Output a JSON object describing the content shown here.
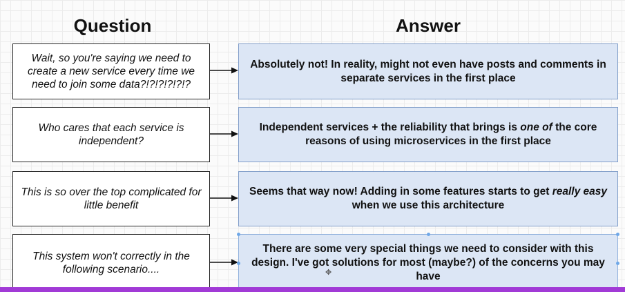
{
  "headers": {
    "question": "Question",
    "answer": "Answer"
  },
  "rows": [
    {
      "question": "Wait, so you're saying we need to create a new service every time we need to join some data?!?!?!?!?!?",
      "answer_parts": [
        "Absolutely not!  In reality, might not even have posts and comments in separate services in the first place"
      ]
    },
    {
      "question": "Who cares that each service is independent?",
      "answer_parts": [
        "Independent services + the reliability that brings is ",
        "one of",
        " the core reasons of using microservices in the first place"
      ]
    },
    {
      "question": "This is so over the top complicated for little benefit",
      "answer_parts": [
        "Seems that way now!  Adding in some features starts to get ",
        "really easy",
        " when we use this architecture"
      ]
    },
    {
      "question": "This system won't correctly in the following scenario....",
      "answer_parts": [
        "There are some very special things we need to consider with this design.  I've got solutions for most (maybe?) of the concerns you may have"
      ]
    }
  ],
  "icons": {
    "arrow": "arrow-right-icon",
    "cursor": "move-cursor-icon"
  },
  "colors": {
    "question_box_bg": "#ffffff",
    "question_box_border": "#222222",
    "answer_box_bg": "#dce6f5",
    "answer_box_border": "#7f9cc8",
    "selection_handle": "#6fa8e8",
    "bottom_bar": "#a13ad6"
  }
}
